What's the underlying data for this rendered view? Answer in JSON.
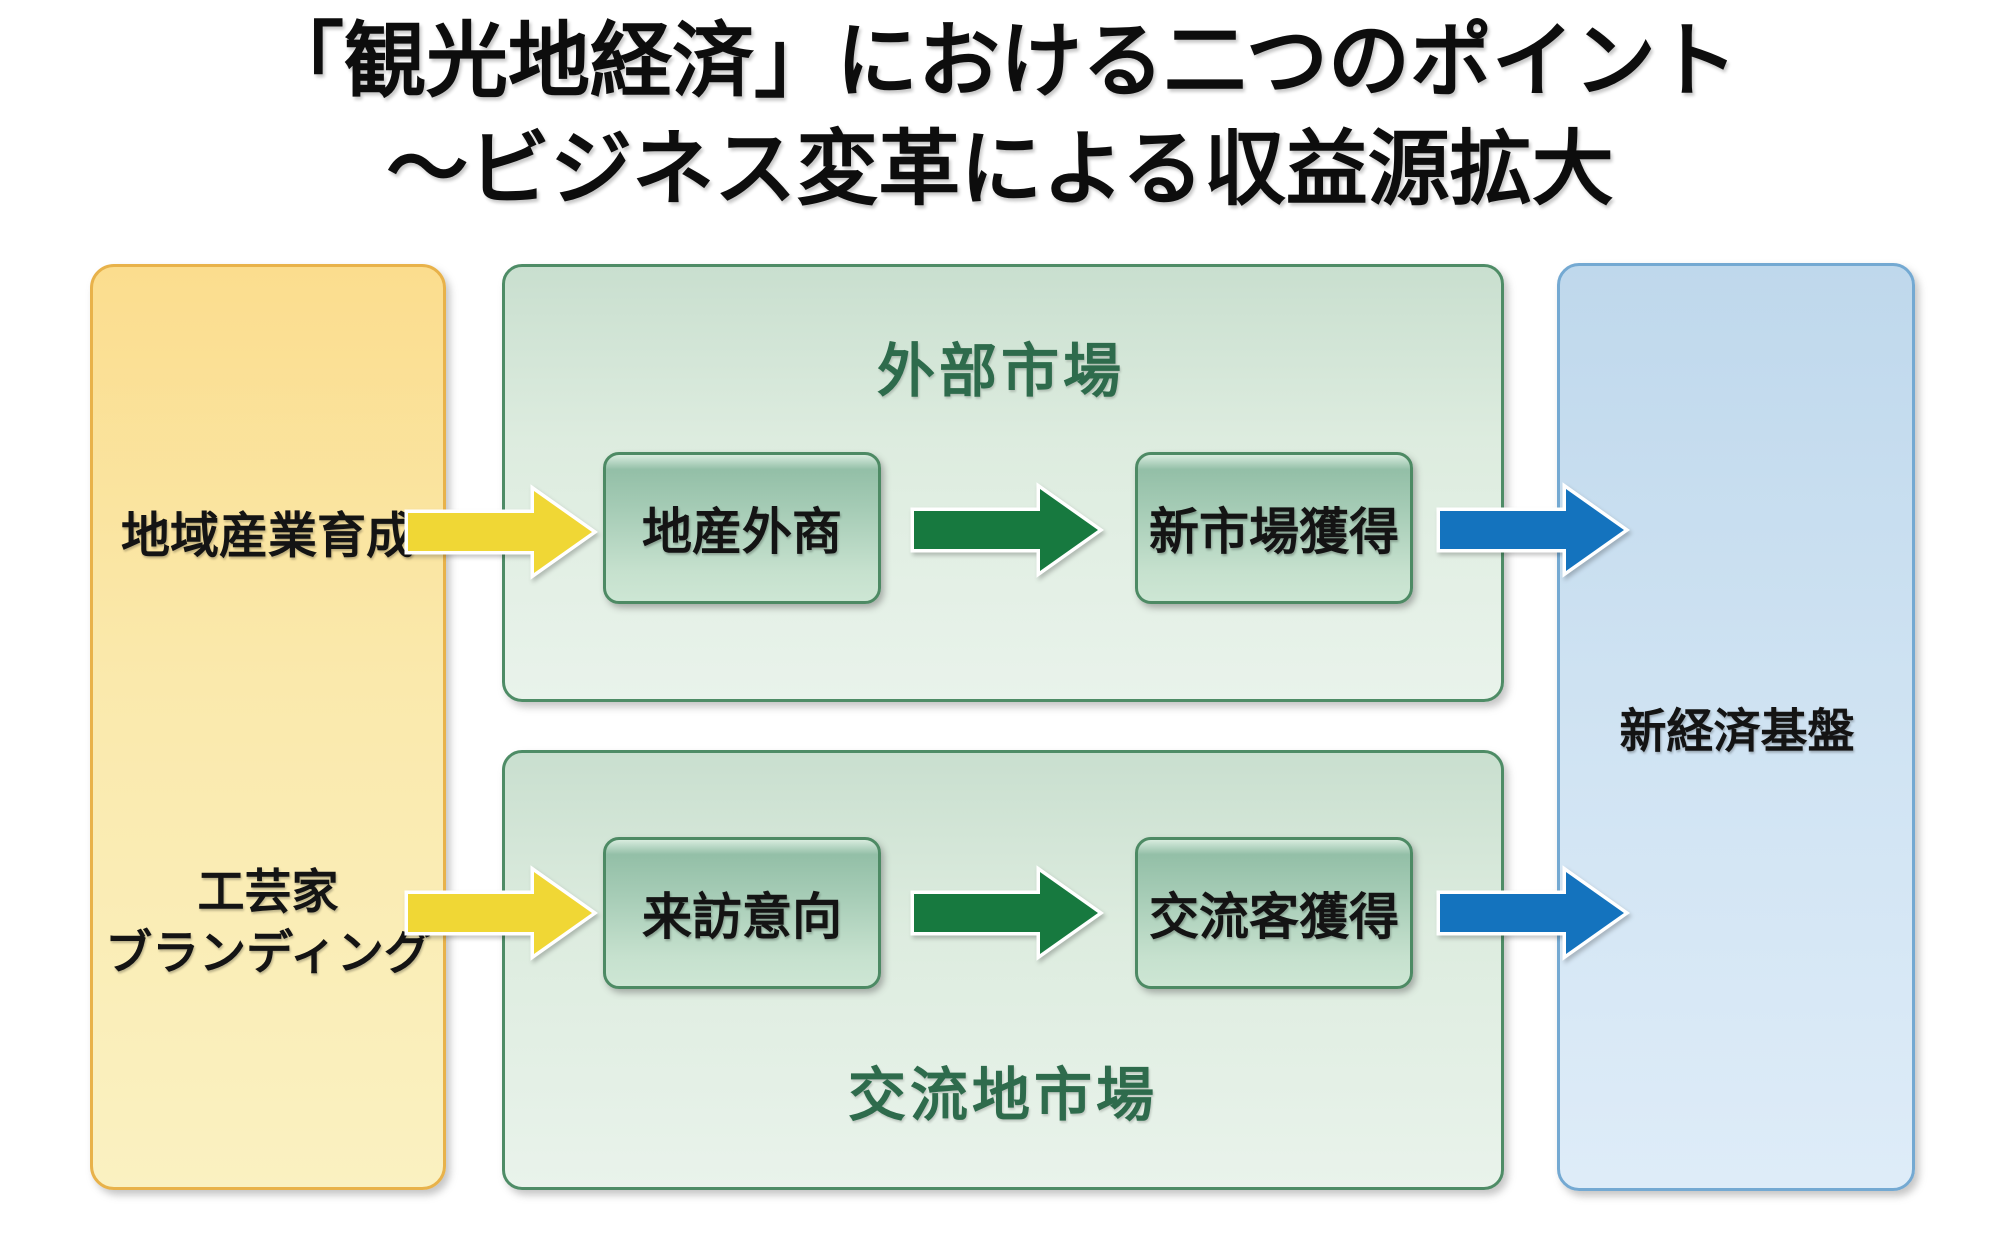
{
  "title": {
    "line1": "「観光地経済」における二つのポイント",
    "line2": "～ビジネス変革による収益源拡大"
  },
  "source_panel": {
    "row1_label": "地域産業育成",
    "row2_label_line1": "工芸家",
    "row2_label_line2": "ブランディング"
  },
  "external_market": {
    "label": "外部市場",
    "stage1": "地産外商",
    "stage2": "新市場獲得"
  },
  "local_market": {
    "label": "交流地市場",
    "stage1": "来訪意向",
    "stage2": "交流客獲得"
  },
  "outcome_panel": {
    "label": "新経済基盤"
  },
  "icons": {
    "flow_arrow": "right-arrow"
  },
  "colors": {
    "source_fill_top": "#fbdd8e",
    "source_fill_bottom": "#faf1c1",
    "source_border": "#e8b24a",
    "market_fill_top": "#c9dfcf",
    "market_fill_bottom": "#e9f3eb",
    "market_border": "#4e8c66",
    "market_title_text": "#2e6b4c",
    "stage_fill_top": "#93bfa7",
    "stage_fill_bottom": "#cde6d4",
    "stage_border": "#4d8a64",
    "outcome_fill_top": "#bfd8ec",
    "outcome_fill_bottom": "#deecf8",
    "outcome_border": "#74a9d2",
    "arrow_yellow": "#f0d735",
    "arrow_green": "#17793f",
    "arrow_blue": "#1473be",
    "arrow_outline": "#ffffff",
    "title_text": "#0d0d0d"
  }
}
